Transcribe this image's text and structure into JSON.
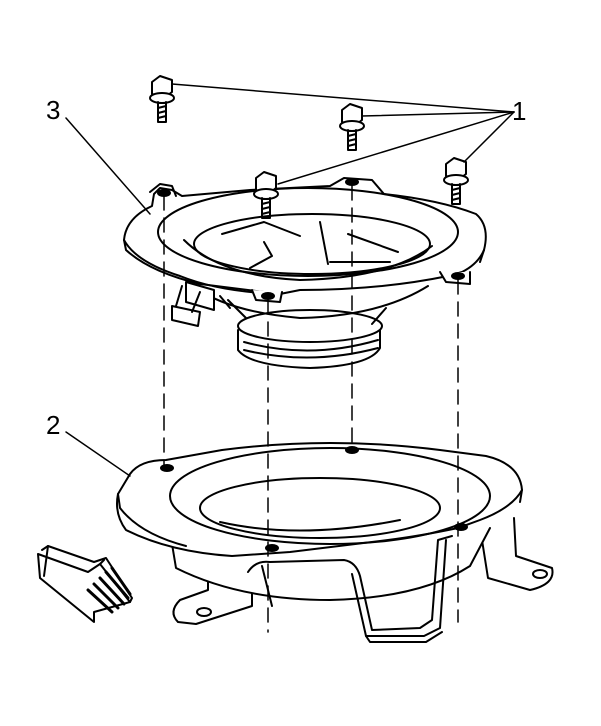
{
  "callouts": {
    "bolt": "1",
    "bracket": "2",
    "speaker": "3"
  },
  "colors": {
    "line": "#000000",
    "background": "#ffffff",
    "arrow_fill": "#ffffff"
  }
}
